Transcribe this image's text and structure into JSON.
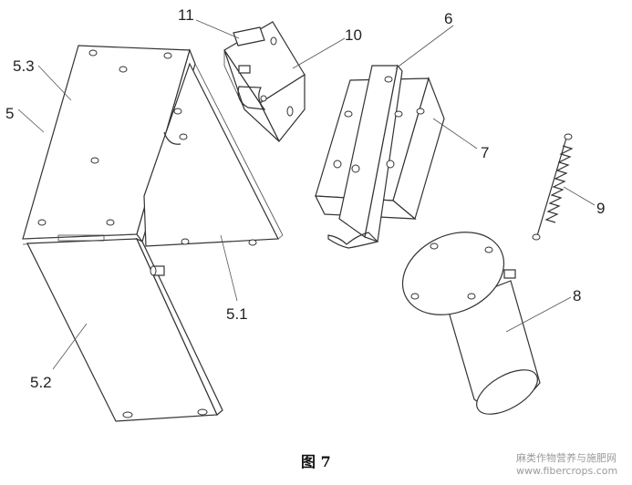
{
  "figure": {
    "caption": "图 7",
    "watermark": "麻类作物营养与施肥网\nwww.fibercrops.com"
  },
  "labels": [
    {
      "id": "label-11",
      "text": "11"
    },
    {
      "id": "label-10",
      "text": "10"
    },
    {
      "id": "label-6",
      "text": "6"
    },
    {
      "id": "label-7",
      "text": "7"
    },
    {
      "id": "label-9",
      "text": "9"
    },
    {
      "id": "label-8",
      "text": "8"
    },
    {
      "id": "label-5-3",
      "text": "5.3"
    },
    {
      "id": "label-5",
      "text": "5"
    },
    {
      "id": "label-5-1",
      "text": "5.1"
    },
    {
      "id": "label-5-2",
      "text": "5.2"
    }
  ]
}
